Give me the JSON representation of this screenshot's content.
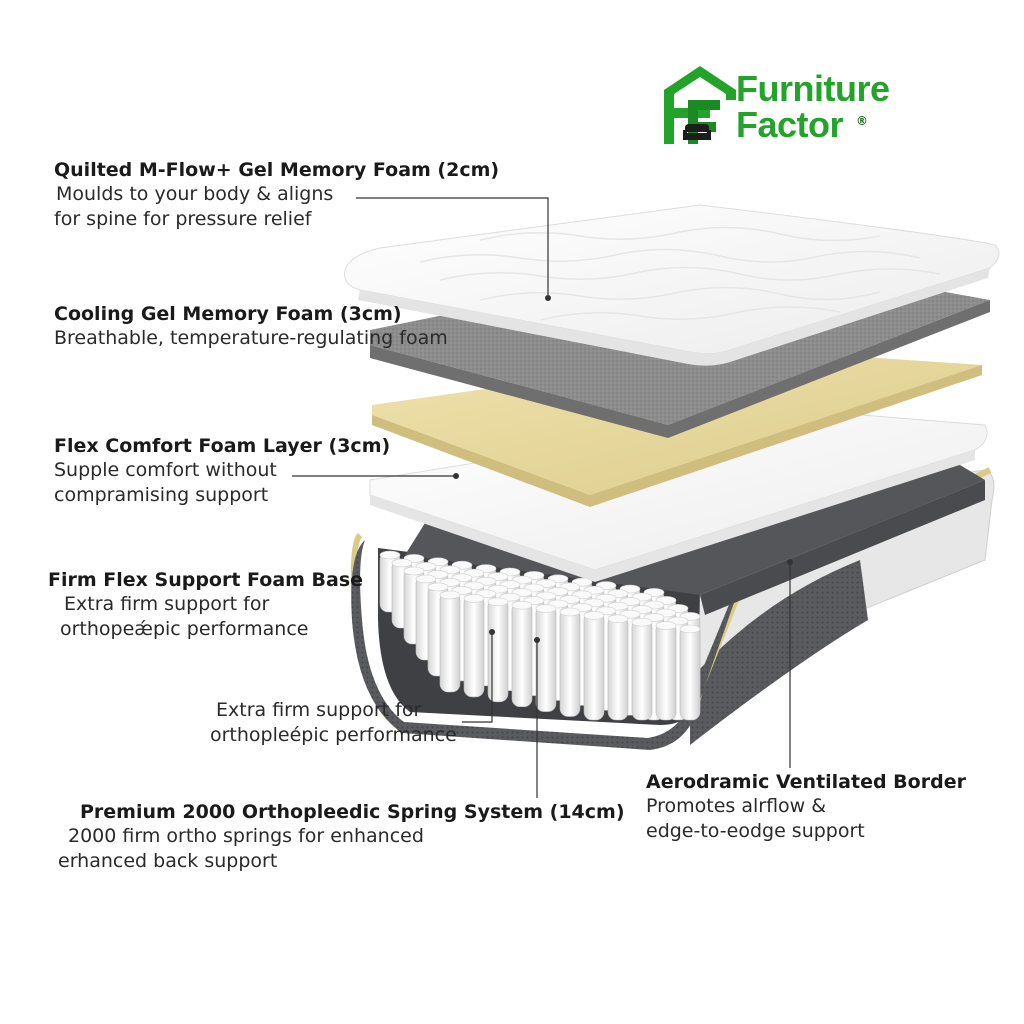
{
  "brand": {
    "name_line1": "Furniture",
    "name_line2": "Factor",
    "registered": "®",
    "color": "#23a32a"
  },
  "layers": [
    {
      "title": "Quilted M-Flow+ Gel Memory Foam (2cm)",
      "desc": [
        "Moulds to your body & aligns",
        "for spine for pressure relief"
      ]
    },
    {
      "title": "Cooling Gel Memory Foam (3cm)",
      "desc": [
        "Breathable, temperature-regulating foam"
      ]
    },
    {
      "title": "Flex Comfort Foam Layer (3cm)",
      "desc": [
        "Supple comfort without",
        "compramising support"
      ]
    },
    {
      "title": "Firm Flex Support Foam Base",
      "desc": [
        "Extra firm support for",
        "orthopeǽpic performance"
      ]
    },
    {
      "title": "",
      "desc": [
        "Extra firm support for",
        "orthopleépic performance"
      ]
    },
    {
      "title": "Premium 2000 Orthopleedic Spring System (14cm)",
      "desc": [
        "2000 firm ortho springs for enhanced",
        "erhanced back support"
      ]
    },
    {
      "title": "Aerodramic Ventilated Border",
      "desc": [
        "Promotes alrflow &",
        "edge-to-eodge support"
      ]
    }
  ],
  "colors": {
    "top_quilt": "#f7f7f7",
    "gel_foam": "#8e8e8e",
    "comfort_foam": "#e8d9a2",
    "base_cover": "#eeeeee",
    "border_fabric": "#55565a",
    "piping": "#d8cc88",
    "spring": "#f3f3f3"
  },
  "icons": [
    "logo-house-icon",
    "sofa-icon"
  ]
}
